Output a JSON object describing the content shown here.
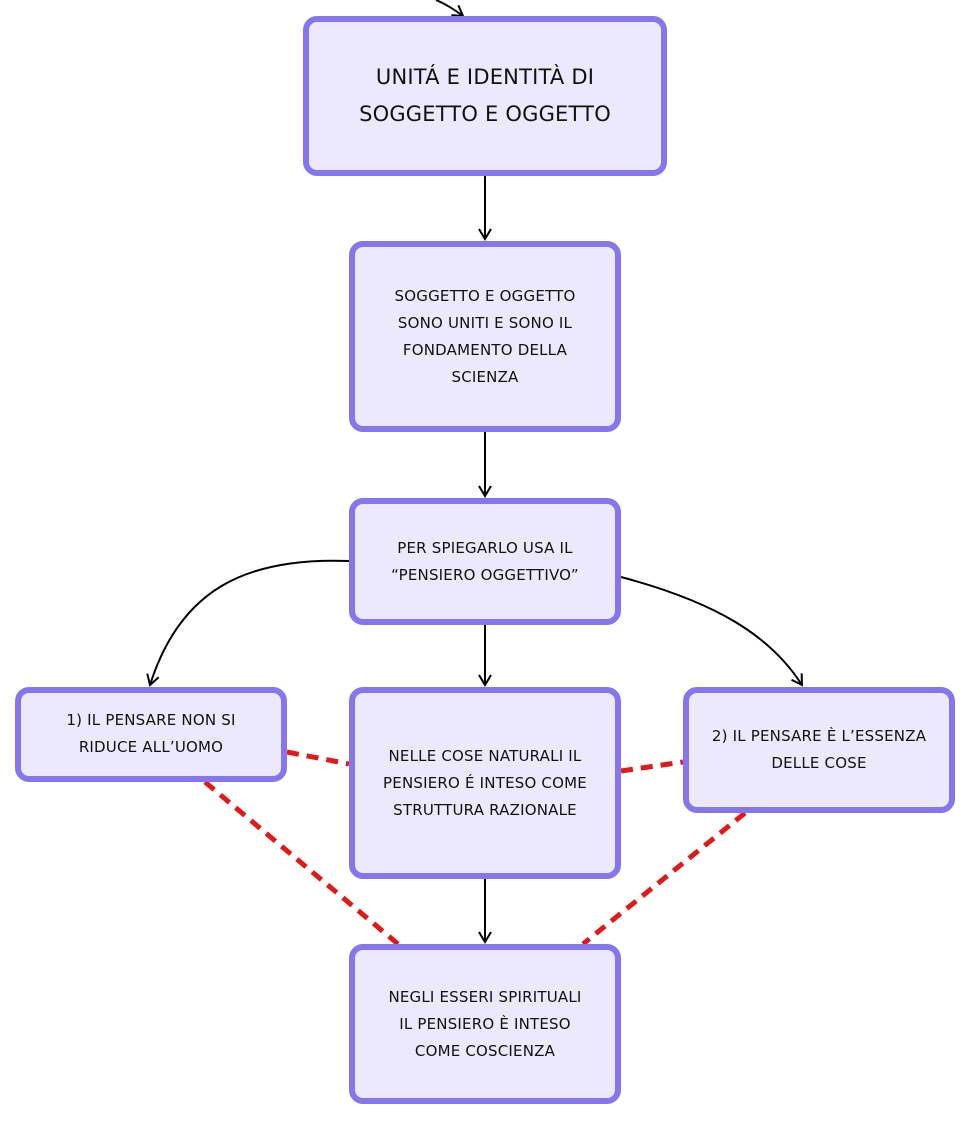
{
  "diagram": {
    "nodes": [
      {
        "id": "n1",
        "text": "UNITÁ E IDENTITÀ DI\nSOGGETTO E OGGETTO"
      },
      {
        "id": "n2",
        "text": "SOGGETTO E OGGETTO\nSONO UNITI E SONO IL\nFONDAMENTO DELLA\nSCIENZA"
      },
      {
        "id": "n3",
        "text": "PER SPIEGARLO USA IL\n“PENSIERO OGGETTIVO”"
      },
      {
        "id": "n4",
        "text": "1) IL PENSARE NON SI\nRIDUCE ALL’UOMO"
      },
      {
        "id": "n5",
        "text": "NELLE COSE NATURALI IL\nPENSIERO É INTESO COME\nSTRUTTURA RAZIONALE"
      },
      {
        "id": "n6",
        "text": "2) IL PENSARE È L’ESSENZA\nDELLE COSE"
      },
      {
        "id": "n7",
        "text": "NEGLI ESSERI SPIRITUALI\nIL PENSIERO È INTESO\nCOME COSCIENZA"
      }
    ],
    "edges": [
      {
        "from": "n1",
        "to": "n2",
        "style": "arrow"
      },
      {
        "from": "n2",
        "to": "n3",
        "style": "arrow"
      },
      {
        "from": "n3",
        "to": "n4",
        "style": "curved-arrow"
      },
      {
        "from": "n3",
        "to": "n5",
        "style": "arrow"
      },
      {
        "from": "n3",
        "to": "n6",
        "style": "curved-arrow"
      },
      {
        "from": "n5",
        "to": "n7",
        "style": "arrow"
      },
      {
        "from": "n4",
        "to": "n5",
        "style": "dashed"
      },
      {
        "from": "n5",
        "to": "n6",
        "style": "dashed"
      },
      {
        "from": "n4",
        "to": "n7",
        "style": "dashed"
      },
      {
        "from": "n6",
        "to": "n7",
        "style": "dashed"
      }
    ],
    "colors": {
      "node_fill": "#ebe9fb",
      "node_border": "#8676ee",
      "arrow": "#000000",
      "dashed_link": "#e01a1a"
    }
  }
}
